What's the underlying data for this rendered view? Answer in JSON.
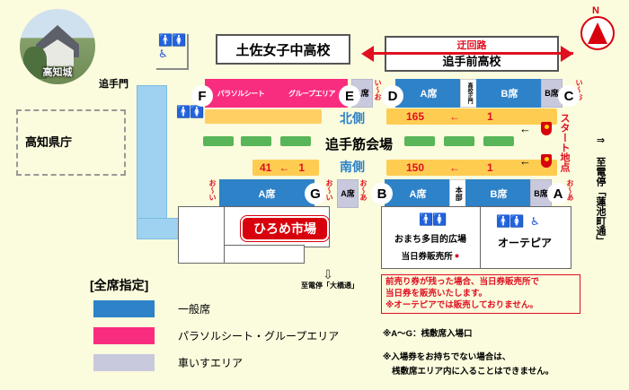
{
  "map": {
    "castle": {
      "label": "高知城"
    },
    "gate_label": "追手門",
    "prefectural_office": "高知県庁",
    "school_north": "土佐女子中高校",
    "school_east": "追手前高校",
    "detour": "迂回路",
    "venue_title": "追手筋会場",
    "side_north": "北側",
    "side_south": "南側",
    "start_point": "スタート地点",
    "hirome": "ひろめ市場",
    "plaza": "おまち多目的広場",
    "plaza_ticket": "当日券販売所",
    "otepia": "オーテピア",
    "to_tram_ohashi": "至電停「大橋通」",
    "to_tram_hasuikecho": "⇒ 至電停「蓮池町通」",
    "compass": "N",
    "school_main_gate": "高校正門",
    "headquarters": "本部"
  },
  "blocks": {
    "seat_a": "A席",
    "seat_b": "B席",
    "parasol": "パラソルシート",
    "group_area": "グループエリア"
  },
  "gates": {
    "a": "A",
    "b": "B",
    "c": "C",
    "d": "D",
    "e": "E",
    "f": "F",
    "g": "G"
  },
  "ranges": {
    "i_o": "い〜お",
    "o_i": "お〜い",
    "o_a": "お〜あ"
  },
  "number_bars": {
    "north": {
      "high": "165",
      "arrow": "←",
      "low": "1"
    },
    "south": {
      "high": "150",
      "arrow": "←",
      "low": "1"
    },
    "south_west": {
      "high": "41",
      "arrow": "←",
      "low": "1"
    }
  },
  "legend": {
    "title": "[全席指定]",
    "items": [
      {
        "label": "一般席",
        "color": "#2e82c8"
      },
      {
        "label": "パラソルシート・グループエリア",
        "color": "#f92d7f"
      },
      {
        "label": "車いすエリア",
        "color": "#c9c9de"
      }
    ]
  },
  "notes": {
    "red_box": [
      "前売り券が残った場合、当日券販売所で",
      "当日券を販売いたします。",
      "※オーテピアでは販売しておりません。"
    ],
    "gates_note": "※A〜G：桟敷席入場口",
    "ticket_note_line1": "※入場券をお持ちでない場合は、",
    "ticket_note_line2": "桟敷席エリア内に入ることはできません。"
  },
  "icons": {
    "male": "🚹",
    "female": "🚺",
    "wheelchair": "♿",
    "arrow_left": "←",
    "arrow_down": "⇩",
    "ticket_dot": "●"
  }
}
